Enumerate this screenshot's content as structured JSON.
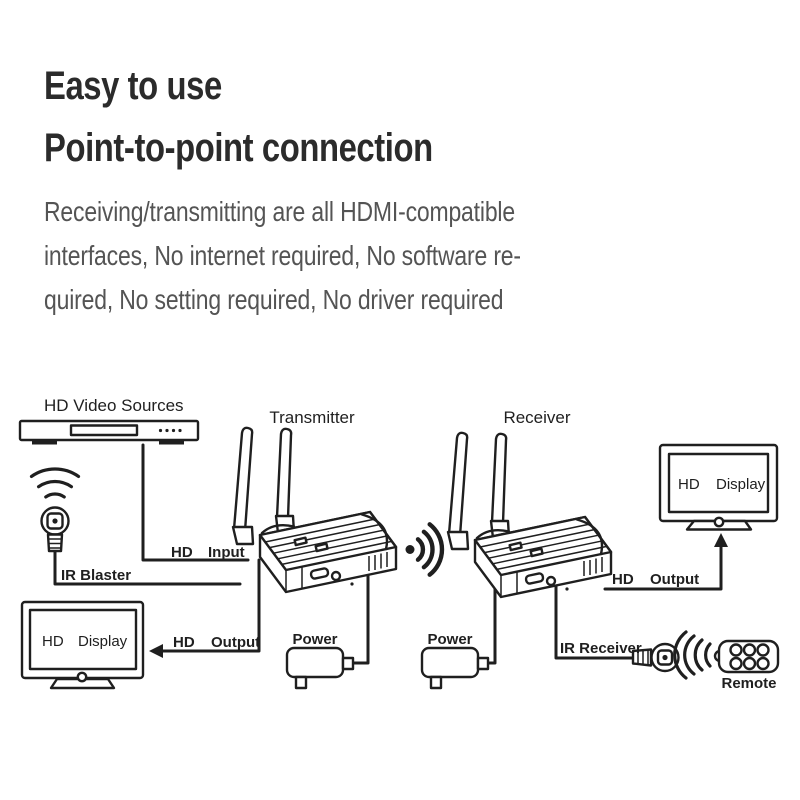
{
  "colors": {
    "background": "#ffffff",
    "heading": "#2b2b2b",
    "body_text": "#545454",
    "line_art": "#1f1f1f"
  },
  "header": {
    "title_line1": "Easy to use",
    "title_line2": "Point-to-point connection",
    "paragraph_lines": [
      "Receiving/transmitting are all HDMI-compatible",
      "interfaces, No internet required, No software re-",
      "quired, No setting required, No driver required"
    ]
  },
  "diagram": {
    "source": {
      "label": "HD Video Sources"
    },
    "transmitter": {
      "label": "Transmitter",
      "power_label": "Power",
      "hd_input": {
        "word1": "HD",
        "word2": "Input"
      },
      "hd_output": {
        "word1": "HD",
        "word2": "Output"
      }
    },
    "receiver": {
      "label": "Receiver",
      "power_label": "Power",
      "ir_receiver_label": "IR Receiver",
      "hd_output": {
        "word1": "HD",
        "word2": "Output"
      }
    },
    "ir_blaster": {
      "label": "IR Blaster"
    },
    "remote": {
      "label": "Remote"
    },
    "display_top": {
      "word1": "HD",
      "word2": "Display"
    },
    "display_bottom": {
      "word1": "HD",
      "word2": "Display"
    },
    "icons": {
      "ir_blaster_waves": "wifi-arcs-icon",
      "ir_blaster_head": "ir-emitter-plug-icon",
      "wireless_link": "signal-waves-icon",
      "ir_receiver_head": "ir-receiver-plug-icon",
      "remote_waves": "ir-arcs-icon",
      "remote_body": "remote-control-icon",
      "power_adapter": "power-adapter-icon",
      "tv": "tv-display-icon",
      "dvd_player": "media-player-icon",
      "antenna": "antenna-icon"
    }
  }
}
